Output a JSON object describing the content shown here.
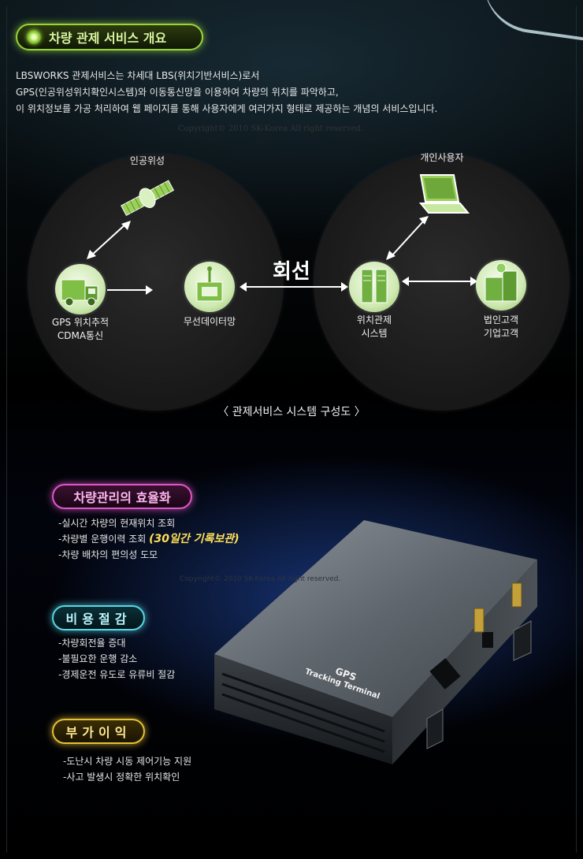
{
  "overview": {
    "title": "차량 관제 서비스 개요",
    "lines": [
      "LBSWORKS 관제서비스는 차세대 LBS(위치기반서비스)로서",
      "GPS(인공위성위치확인시스템)와 이동통신망을 이용하여 차량의 위치를 파악하고,",
      "이 위치정보를 가공 처리하여 웹 페이지를 통해 사용자에게 여러가지 형태로 제공하는 개념의 서비스입니다."
    ],
    "copyright": "Copyright© 2010 SK-Korea All right reserved."
  },
  "diagram": {
    "satellite": "인공위성",
    "gps_line1": "GPS 위치추적",
    "gps_line2": "CDMA통신",
    "wireless": "무선데이터망",
    "line": "회선",
    "control_line1": "위치관제",
    "control_line2": "시스템",
    "corp_line1": "법인고객",
    "corp_line2": "기업고객",
    "individual": "개인사용자",
    "caption": "〈 관제서비스 시스템 구성도 〉"
  },
  "device": {
    "brand": "GPS",
    "model": "Tracking Terminal"
  },
  "efficiency": {
    "title": "차량관리의 효율화",
    "items": [
      "-실시간 차량의 현재위치 조회",
      "-차량별 운행이력 조회",
      "-차량 배차의 편의성 도모"
    ],
    "highlight": "(30일간 기록보관)"
  },
  "cost": {
    "title": "비용절감",
    "items": [
      "-차량회전율 증대",
      "-불필요한 운행 감소",
      "-경제운전 유도로 유류비 절감"
    ]
  },
  "added": {
    "title": "부가이익",
    "items": [
      "-도난시 차량 시동 제어기능 지원",
      "-사고 발생시 정확한 위치확인"
    ]
  },
  "colors": {
    "overview_accent": "#9bd43a",
    "efficiency_accent": "#e056c8",
    "cost_accent": "#56d8e6",
    "added_accent": "#e6c236",
    "highlight": "#ffe05a"
  }
}
